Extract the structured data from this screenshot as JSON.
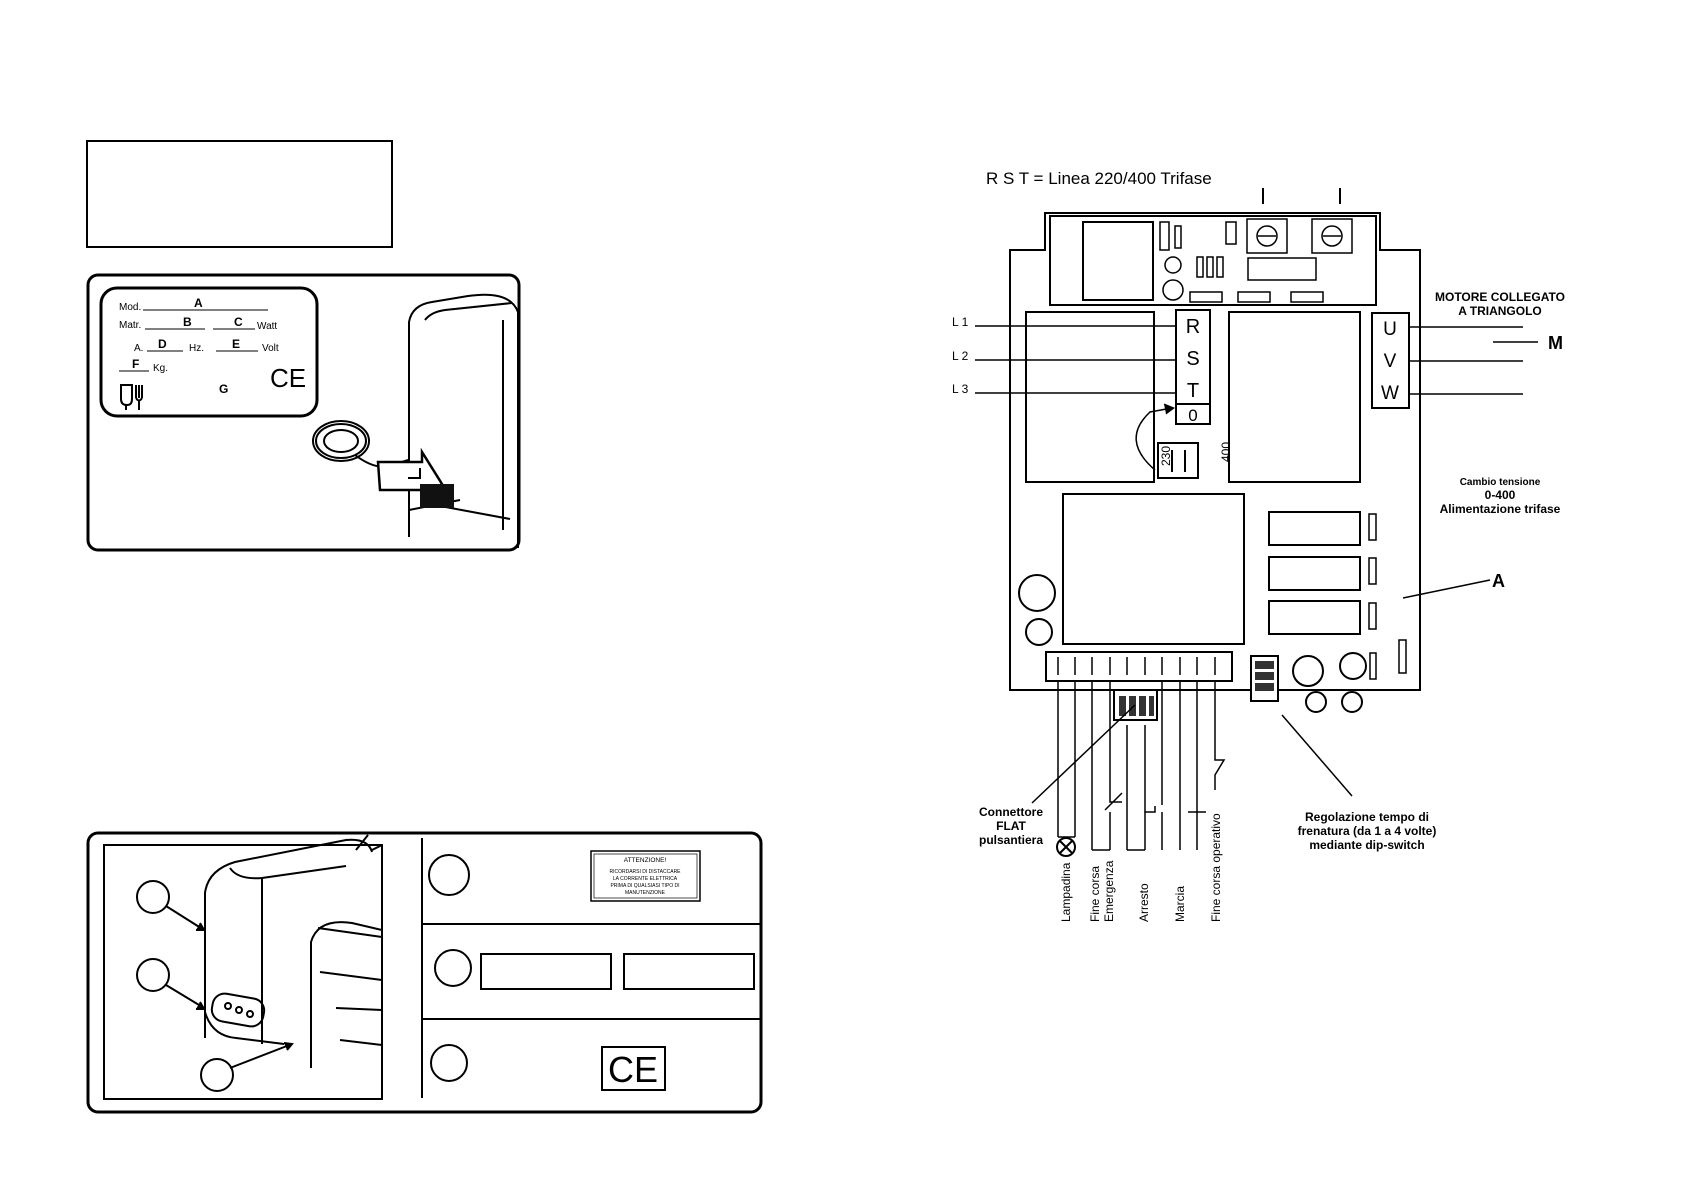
{
  "plate": {
    "mod": "Mod.",
    "a": "A",
    "matr": "Matr.",
    "b": "B",
    "c": "C",
    "watt": "Watt",
    "amp": "A.",
    "d": "D",
    "hz": "Hz.",
    "e": "E",
    "volt": "Volt",
    "f": "F",
    "kg": "Kg.",
    "g": "G",
    "ce": "CE"
  },
  "warning_label": {
    "title": "ATTENZIONE!",
    "lines": [
      "RICORDARSI DI DISTACCARE",
      "LA CORRENTE ELETTRICA",
      "PRIMA DI QUALSIASI TIPO DI",
      "MANUTENZIONE"
    ]
  },
  "ce_mark": "CE",
  "wiring": {
    "title": "R S T = Linea 220/400 Trifase",
    "lines": [
      "L 1",
      "L 2",
      "L 3"
    ],
    "terminals": [
      "R",
      "S",
      "T",
      "0"
    ],
    "motor_terminals": [
      "U",
      "V",
      "W"
    ],
    "motor_title": [
      "MOTORE COLLEGATO",
      "A TRIANGOLO"
    ],
    "motor_label": "M",
    "v230": "230",
    "v400": "400",
    "voltage_change": [
      "Cambio tensione",
      "0-400",
      "Alimentazione trifase"
    ],
    "board_label": "A",
    "connector": [
      "Connettore",
      "FLAT",
      "pulsantiera"
    ],
    "braking": [
      "Regolazione tempo di",
      "frenatura (da 1 a 4 volte)",
      "mediante dip-switch"
    ],
    "bottom_labels": [
      "Lampadina",
      "Fine corsa",
      "Emergenza",
      "Arresto",
      "Marcia",
      "Fine corsa operativo"
    ]
  }
}
